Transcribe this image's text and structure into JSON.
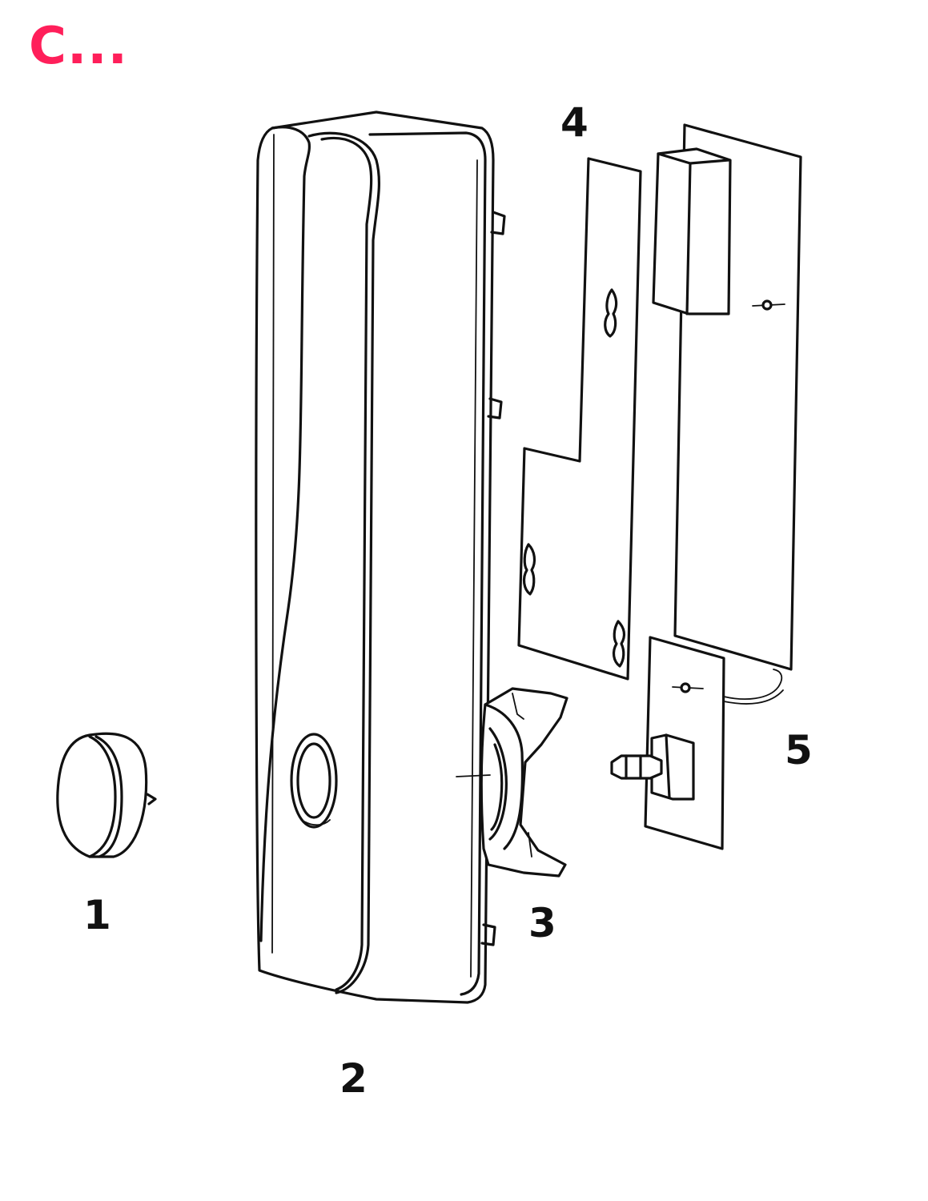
{
  "heading": {
    "text": "C...",
    "color": "#ff1f5a"
  },
  "parts": [
    {
      "id": "1",
      "label": "1"
    },
    {
      "id": "2",
      "label": "2"
    },
    {
      "id": "3",
      "label": "3"
    },
    {
      "id": "4",
      "label": "4"
    },
    {
      "id": "5",
      "label": "5"
    }
  ],
  "line_color": "#111111"
}
